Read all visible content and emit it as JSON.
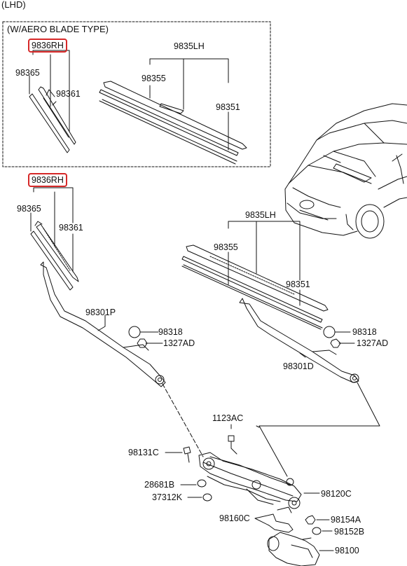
{
  "header": {
    "drive_side": "(LHD)",
    "aero_box_title": "(W/AERO BLADE TYPE)"
  },
  "labels": {
    "blade_rh_top": "9836RH",
    "insert_rh_top": "98365",
    "blade_rh_top_rubber": "98361",
    "blade_lh_top": "9835LH",
    "insert_lh_top": "98355",
    "rubber_lh_top": "98351",
    "blade_rh": "9836RH",
    "insert_rh": "98365",
    "rubber_rh": "98361",
    "blade_lh": "9835LH",
    "insert_lh": "98355",
    "rubber_lh": "98351",
    "arm_passenger": "98301P",
    "cap_passenger": "98318",
    "nut_passenger": "1327AD",
    "arm_driver": "98301D",
    "cap_driver": "98318",
    "nut_driver": "1327AD",
    "bolt": "1123AC",
    "screw": "98131C",
    "bushing": "28681B",
    "washer": "37312K",
    "linkage": "98120C",
    "crank": "98160C",
    "motor_nut": "98154A",
    "motor_washer": "98152B",
    "motor": "98100"
  },
  "colors": {
    "highlight_box": "#d62828",
    "line": "#111111"
  }
}
